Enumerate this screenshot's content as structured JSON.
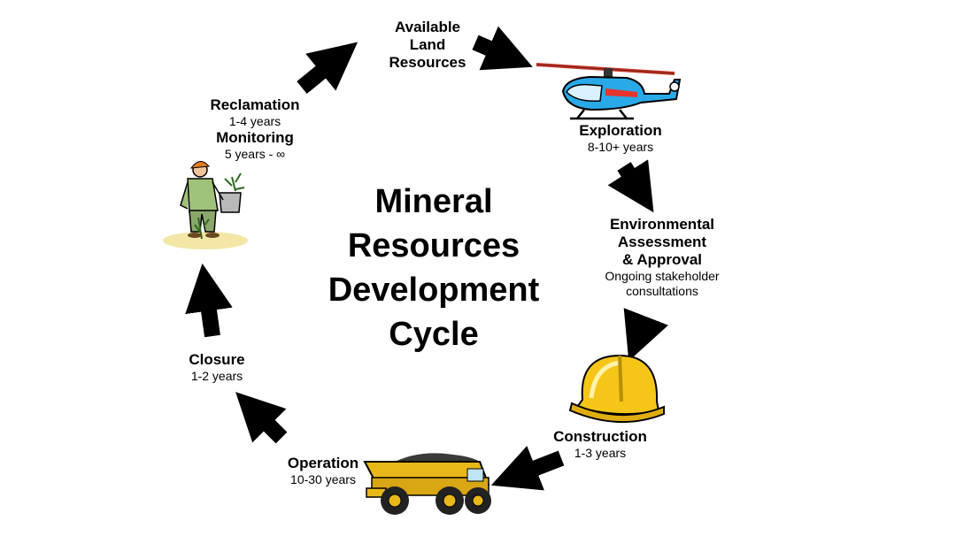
{
  "title_lines": [
    "Mineral",
    "Resources",
    "Development",
    "Cycle"
  ],
  "stages": {
    "land": {
      "title_lines": [
        "Available",
        "Land",
        "Resources"
      ]
    },
    "exploration": {
      "title": "Exploration",
      "duration": "8-10+ years",
      "icon": "helicopter-icon"
    },
    "environmental": {
      "title_lines": [
        "Environmental",
        "Assessment",
        "& Approval"
      ],
      "note_lines": [
        "Ongoing stakeholder",
        "consultations"
      ]
    },
    "construction": {
      "title": "Construction",
      "duration": "1-3 years",
      "icon": "hard-hat-icon"
    },
    "operation": {
      "title": "Operation",
      "duration": "10-30 years",
      "icon": "haul-truck-icon"
    },
    "closure": {
      "title": "Closure",
      "duration": "1-2 years"
    },
    "reclamation": {
      "title": "Reclamation",
      "duration": "1-4 years",
      "icon": "planting-worker-icon"
    },
    "monitoring": {
      "title": "Monitoring",
      "duration": "5 years - ∞"
    }
  },
  "colors": {
    "helicopter_body": "#29a9e8",
    "helicopter_stripe": "#e8342c",
    "hard_hat": "#f5c518",
    "truck_body": "#e8b818",
    "soil": "#f3e6a6"
  }
}
